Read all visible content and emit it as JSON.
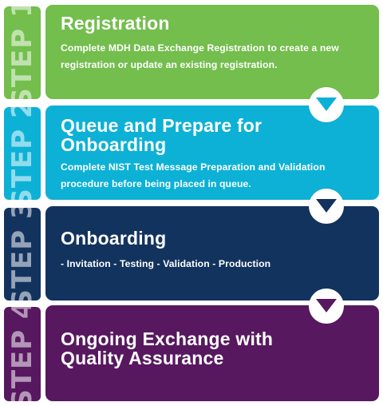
{
  "colors": {
    "step1": "#73be4d",
    "step2": "#0db1d6",
    "step3": "#13335f",
    "step4": "#57185f",
    "white": "#ffffff"
  },
  "steps": [
    {
      "tab": "STEP 1",
      "title": "Registration",
      "description": "Complete MDH Data Exchange Registration to create a new registration or update an existing registration."
    },
    {
      "tab": "STEP 2",
      "title": "Queue and Prepare for Onboarding",
      "description": "Complete NIST Test Message Preparation and Validation procedure before being placed in queue."
    },
    {
      "tab": "STEP 3",
      "title": "Onboarding",
      "description": "- Invitation - Testing - Validation - Production"
    },
    {
      "tab": "STEP 4",
      "title": "Ongoing Exchange with Quality Assurance",
      "description": ""
    }
  ],
  "connectors": [
    {
      "icon": "down-arrow-icon"
    },
    {
      "icon": "down-arrow-icon"
    },
    {
      "icon": "down-arrow-icon"
    }
  ]
}
